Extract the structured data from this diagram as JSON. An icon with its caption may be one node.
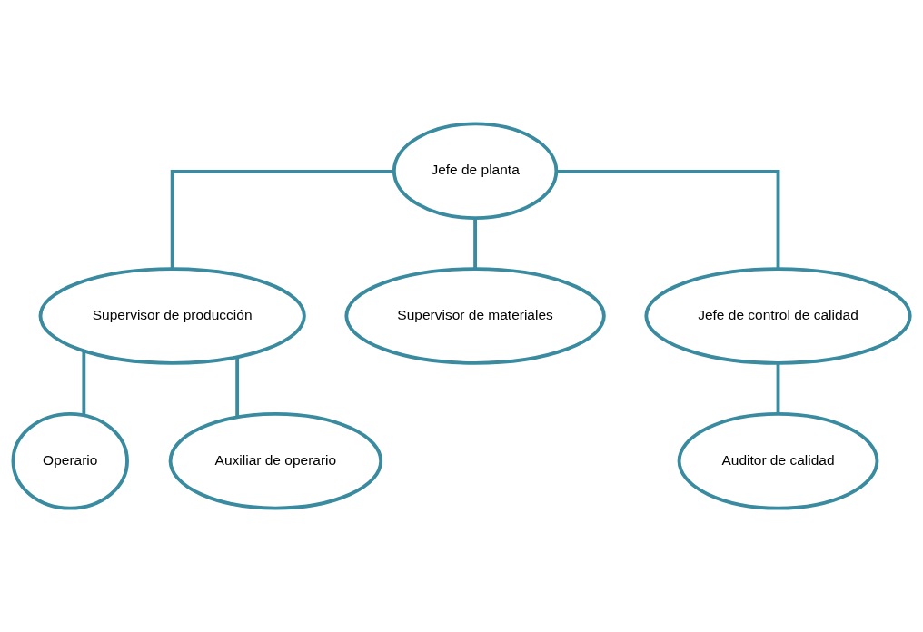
{
  "diagram": {
    "nodes": [
      {
        "text": [
          "Jefe de planta"
        ]
      },
      {
        "text": [
          "Supervisor de producción"
        ]
      },
      {
        "text": [
          "Supervisor de materiales"
        ]
      },
      {
        "text": [
          "Jefe de control de calidad"
        ]
      },
      {
        "text": [
          "Operario"
        ]
      },
      {
        "text": [
          "Auxiliar de operario"
        ]
      },
      {
        "text": [
          "Auditor de calidad"
        ]
      }
    ],
    "edges": [
      {
        "from": 0,
        "to": 1,
        "arrow": "none"
      },
      {
        "from": 0,
        "to": 2,
        "arrow": "none"
      },
      {
        "from": 0,
        "to": 3,
        "arrow": "none"
      },
      {
        "from": 1,
        "to": 4,
        "arrow": "none"
      },
      {
        "from": 1,
        "to": 5,
        "arrow": "none"
      },
      {
        "from": 3,
        "to": 6,
        "arrow": "none"
      }
    ]
  }
}
